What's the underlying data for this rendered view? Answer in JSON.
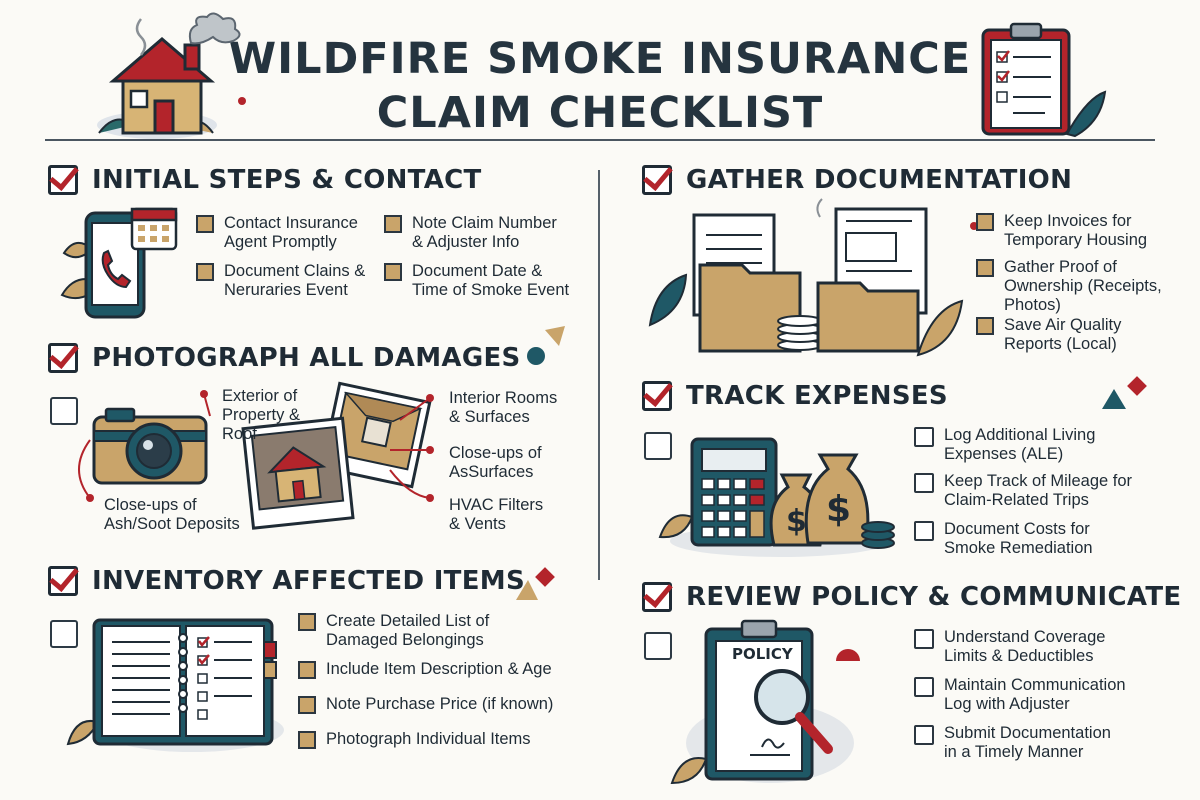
{
  "title": "WILDFIRE SMOKE INSURANCE\nCLAIM CHECKLIST",
  "colors": {
    "accent_red": "#b3242b",
    "navy": "#1f2b35",
    "gold": "#c9a46a",
    "teal": "#1f5866"
  },
  "sections": {
    "initial": {
      "heading": "INITIAL STEPS & CONTACT",
      "checked": true,
      "items": [
        "Contact Insurance\nAgent Promptly",
        "Note Claim Number\n& Adjuster Info",
        "Document Clains &\nNeruraries Event",
        "Document Date &\nTime of Smoke Event"
      ]
    },
    "photograph": {
      "heading": "PHOTOGRAPH ALL DAMAGES",
      "checked": true,
      "labels": [
        "Exterior of\nProperty &\nRoof",
        "Interior Rooms\n& Surfaces",
        "Close-ups of\nAsSurfaces",
        "Close-ups of\nAsh/Soot Deposits",
        "HVAC Filters\n& Vents"
      ]
    },
    "inventory": {
      "heading": "INVENTORY AFFECTED ITEMS",
      "checked": true,
      "items": [
        "Create Detailed List of\nDamaged Belongings",
        "Include Item Description & Age",
        "Note Purchase Price (if known)",
        "Photograph Individual Items"
      ]
    },
    "documentation": {
      "heading": "GATHER DOCUMENTATION",
      "checked": true,
      "items": [
        "Keep Invoices for\nTemporary Housing",
        "Gather Proof of\nOwnership (Receipts,\nPhotos)",
        "Save Air Quality\nReports (Local)"
      ]
    },
    "expenses": {
      "heading": "TRACK EXPENSES",
      "checked": true,
      "items": [
        "Log Additional Living\nExpenses (ALE)",
        "Keep Track of Mileage for\nClaim-Related Trips",
        "Document Costs for\nSmoke Remediation"
      ]
    },
    "policy": {
      "heading": "REVIEW POLICY & COMMUNICATE",
      "checked": true,
      "policy_label": "POLICY",
      "items": [
        "Understand Coverage\nLimits & Deductibles",
        "Maintain Communication\nLog with Adjuster",
        "Submit Documentation\nin a Timely Manner"
      ]
    }
  },
  "icons": [
    "house-smoke-icon",
    "clipboard-checklist-icon",
    "phone-calendar-icon",
    "camera-icon",
    "photo-prints-icon",
    "notebook-checklist-icon",
    "folders-documents-icon",
    "calculator-moneybags-icon",
    "policy-magnifier-icon",
    "dollar-sign-icon"
  ]
}
